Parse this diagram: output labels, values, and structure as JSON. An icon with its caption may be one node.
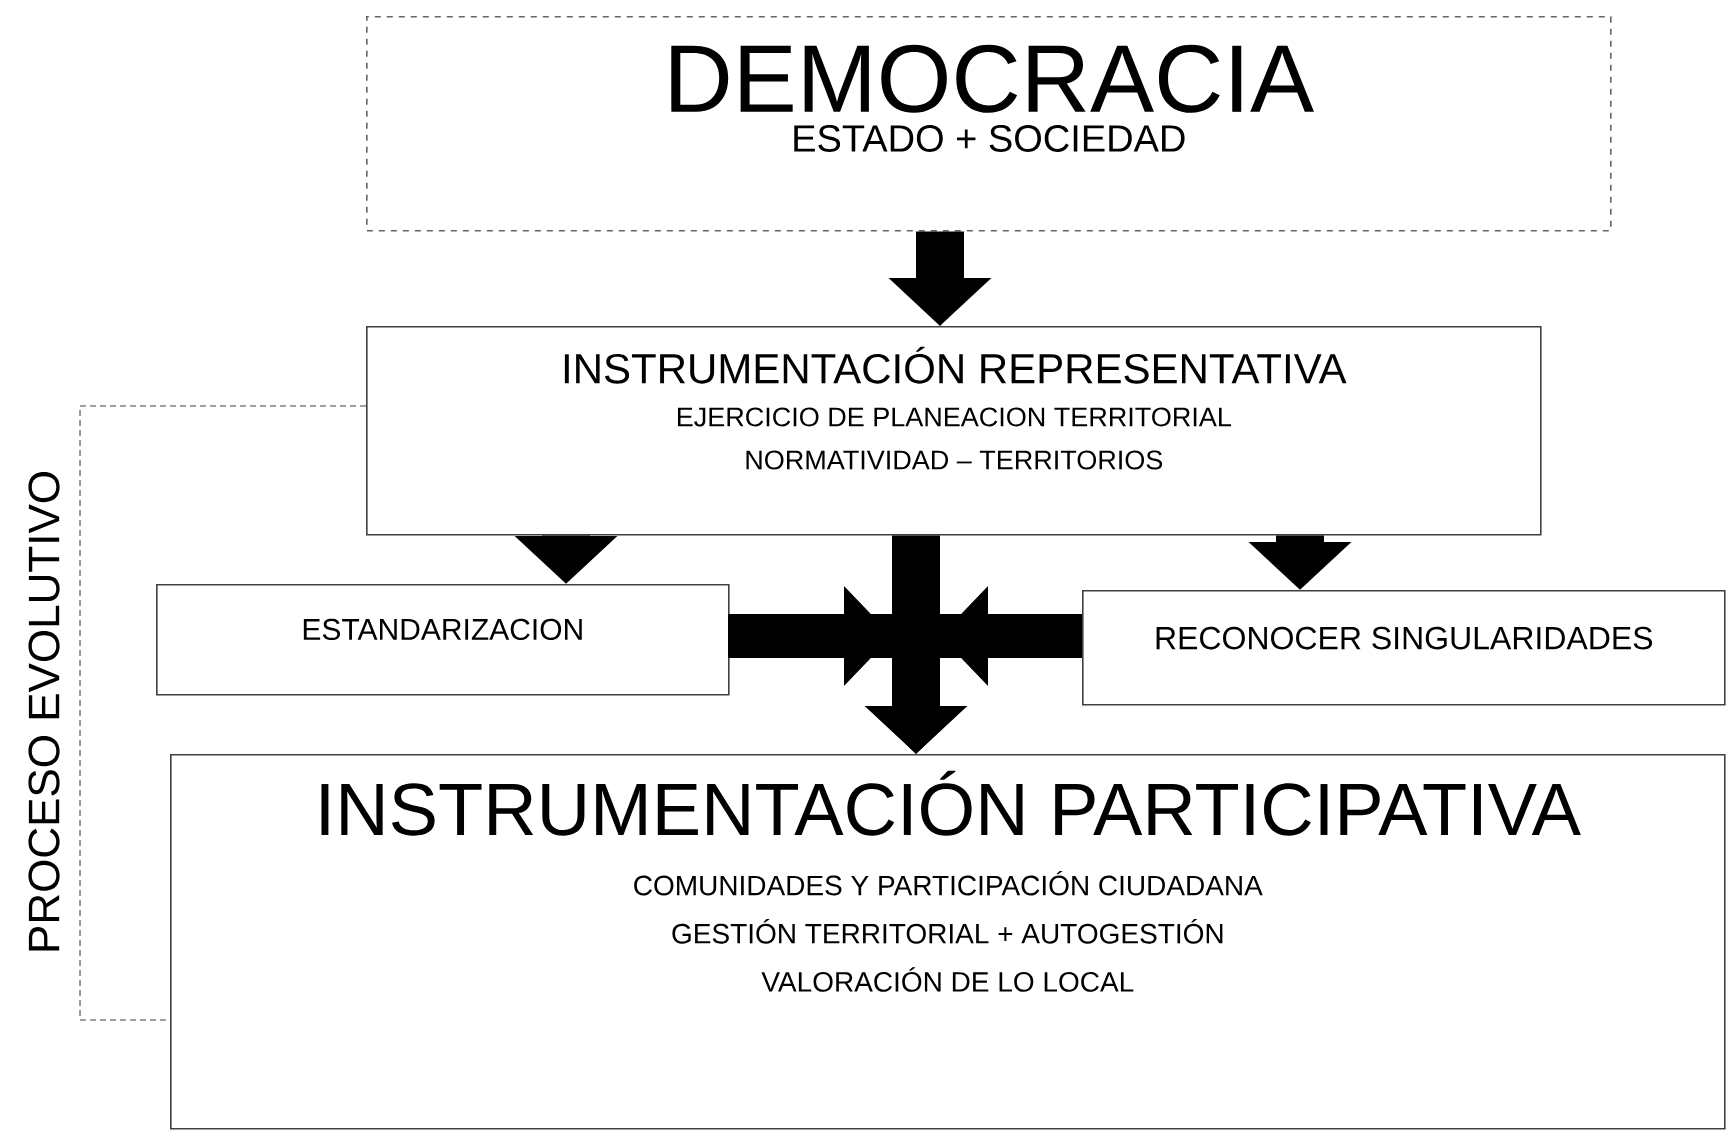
{
  "diagram": {
    "nodes": [
      {
        "text": [
          "DEMOCRACIA",
          "ESTADO + SOCIEDAD"
        ]
      },
      {
        "text": [
          "INSTRUMENTACIÓN REPRESENTATIVA",
          "EJERCICIO DE PLANEACION TERRITORIAL",
          "NORMATIVIDAD – TERRITORIOS"
        ]
      },
      {
        "text": [
          "ESTANDARIZACION"
        ]
      },
      {
        "text": [
          "RECONOCER SINGULARIDADES"
        ]
      },
      {
        "text": [
          "INSTRUMENTACIÓN PARTICIPATIVA",
          "COMUNIDADES Y PARTICIPACIÓN CIUDADANA",
          "GESTIÓN TERRITORIAL  + AUTOGESTIÓN",
          "VALORACIÓN  DE LO LOCAL"
        ]
      }
    ],
    "edges": [
      {
        "from": 0,
        "to": 1,
        "arrow": "to"
      },
      {
        "from": 1,
        "to": 2,
        "arrow": "to"
      },
      {
        "from": 1,
        "to": 3,
        "arrow": "to"
      },
      {
        "from": 1,
        "to": 4,
        "arrow": "to"
      },
      {
        "from": 2,
        "to": 4,
        "arrow": "to"
      },
      {
        "from": 3,
        "to": 4,
        "arrow": "to"
      },
      {
        "from": 1,
        "to": 4,
        "arrow": "none",
        "style": "dashed",
        "label": "PROCESO EVOLUTIVO",
        "color": "#808080"
      }
    ]
  }
}
